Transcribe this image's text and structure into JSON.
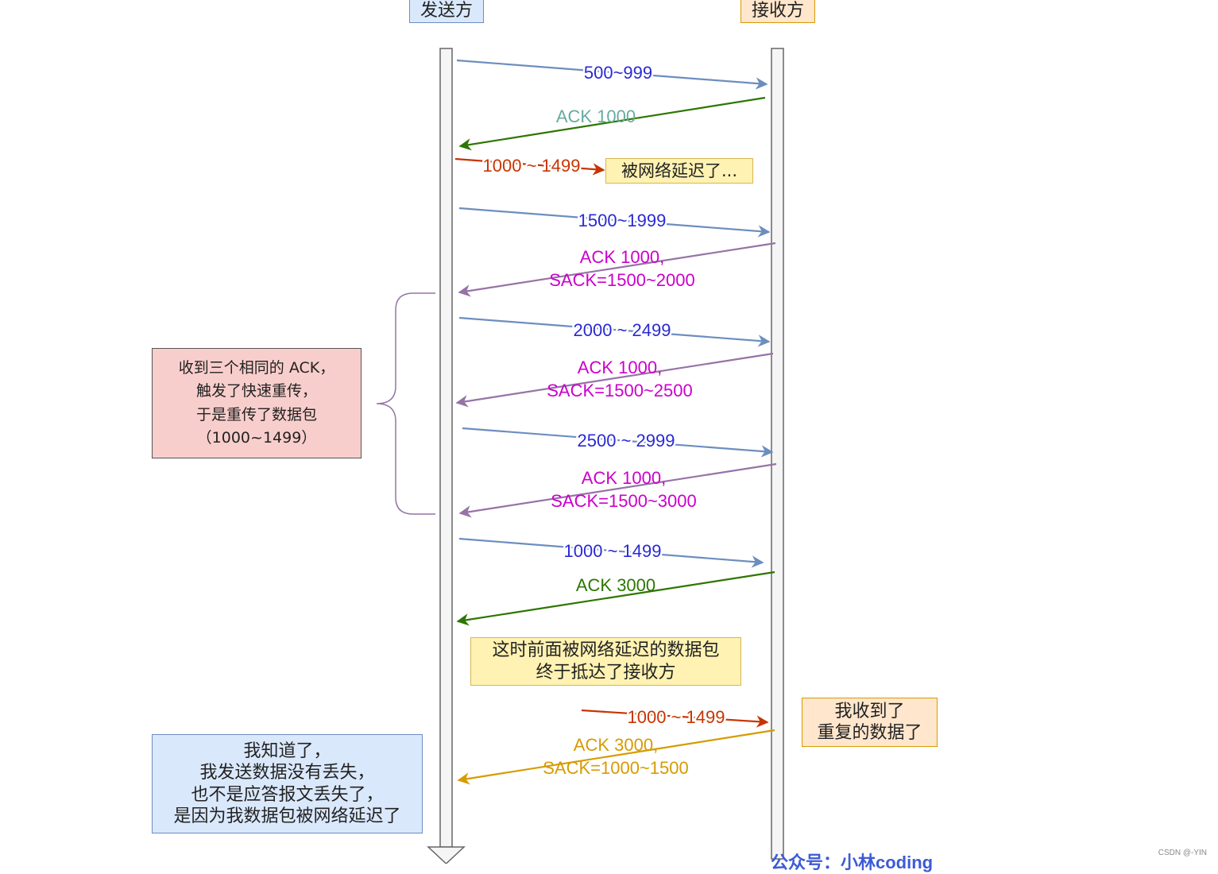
{
  "participants": {
    "sender": "发送方",
    "receiver": "接收方"
  },
  "messages": [
    {
      "label": "500~999",
      "color": "#2929d6",
      "line": "#6c8ebf"
    },
    {
      "label": "ACK 1000",
      "color": "#67ab9f",
      "line": "#2d7600"
    },
    {
      "label": "1000 ~ 1499",
      "color": "#c73500",
      "line": "#c73500"
    },
    {
      "label": "1500~1999",
      "color": "#2929d6",
      "line": "#6c8ebf"
    },
    {
      "label": "ACK 1000,\nSACK=1500~2000",
      "color": "#cc00cc",
      "line": "#9673a6"
    },
    {
      "label": "2000 ~ 2499",
      "color": "#2929d6",
      "line": "#6c8ebf"
    },
    {
      "label": "ACK 1000,\nSACK=1500~2500",
      "color": "#cc00cc",
      "line": "#9673a6"
    },
    {
      "label": "2500 ~ 2999",
      "color": "#2929d6",
      "line": "#6c8ebf"
    },
    {
      "label": "ACK 1000,\nSACK=1500~3000",
      "color": "#cc00cc",
      "line": "#9673a6"
    },
    {
      "label": "1000 ~ 1499",
      "color": "#2929d6",
      "line": "#6c8ebf"
    },
    {
      "label": "ACK 3000",
      "color": "#2d7600",
      "line": "#2d7600"
    },
    {
      "label": "1000 ~ 1499",
      "color": "#c73500",
      "line": "#c73500"
    },
    {
      "label": "ACK 3000,\nSACK=1000~1500",
      "color": "#d79b00",
      "line": "#d79b00"
    }
  ],
  "notes": {
    "delayed": "被网络延迟了...",
    "fast_retransmit": [
      "收到三个相同的 ACK，",
      "触发了快速重传，",
      "于是重传了数据包",
      "（1000~1499）"
    ],
    "arrived": [
      "这时前面被网络延迟的数据包",
      "终于抵达了接收方"
    ],
    "duplicate": [
      "我收到了",
      "重复的数据了"
    ],
    "conclusion": [
      "我知道了，",
      "我发送数据没有丢失，",
      "也不是应答报文丢失了，",
      "是因为我数据包被网络延迟了"
    ]
  },
  "watermark": "公众号：小林coding",
  "credit": "CSDN @-YIN"
}
